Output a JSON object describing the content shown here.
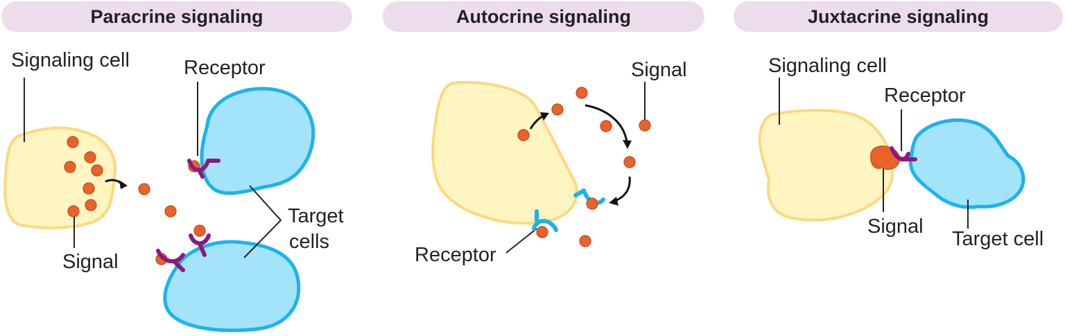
{
  "panels": {
    "paracrine": {
      "title": "Paracrine signaling",
      "labels": {
        "signaling_cell": "Signaling cell",
        "receptor": "Receptor",
        "target_cells_line1": "Target",
        "target_cells_line2": "cells",
        "signal": "Signal"
      }
    },
    "autocrine": {
      "title": "Autocrine signaling",
      "labels": {
        "signal": "Signal",
        "receptor": "Receptor"
      }
    },
    "juxtacrine": {
      "title": "Juxtacrine signaling",
      "labels": {
        "signaling_cell": "Signaling cell",
        "receptor": "Receptor",
        "signal": "Signal",
        "target_cell": "Target cell"
      }
    }
  },
  "colors": {
    "header_bg": "#ecdcec",
    "signaling_cell_fill": "#fff5c0",
    "signaling_cell_stroke": "#fbd980",
    "target_cell_fill": "#a3e4fb",
    "target_cell_stroke": "#1bb3ec",
    "signal_molecule": "#e8632b",
    "paracrine_receptor": "#8b1a7c",
    "autocrine_receptor": "#1bb3ec"
  }
}
